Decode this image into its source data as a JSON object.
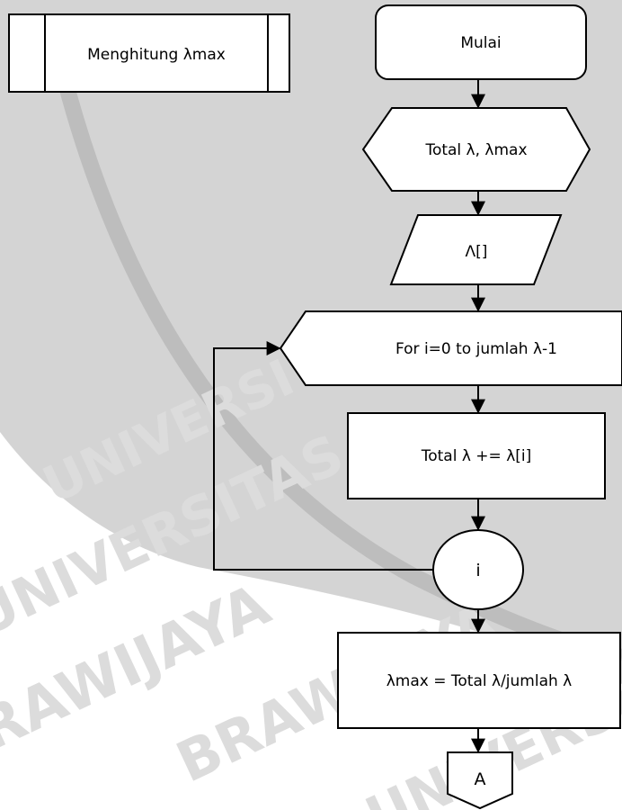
{
  "title_box": {
    "label": "Menghitung λmax"
  },
  "nodes": {
    "start": {
      "label": "Mulai"
    },
    "prep": {
      "label": "Total λ, λmax"
    },
    "input": {
      "label": "Λ[]"
    },
    "loop": {
      "label": "For i=0 to jumlah λ-1"
    },
    "process": {
      "label": "Total λ += λ[i]"
    },
    "loop_end": {
      "label": "i"
    },
    "compute": {
      "label": "λmax = Total λ/jumlah λ"
    },
    "connector": {
      "label": "A"
    }
  },
  "colors": {
    "stroke": "#000000",
    "fill": "#ffffff",
    "watermark_fill": "#c8c8c8",
    "watermark_text": "#d6d6d6"
  },
  "watermark": {
    "logo_icon": "university-seal",
    "lettering": "UNIVERSITAS BRAWIJAYA"
  }
}
